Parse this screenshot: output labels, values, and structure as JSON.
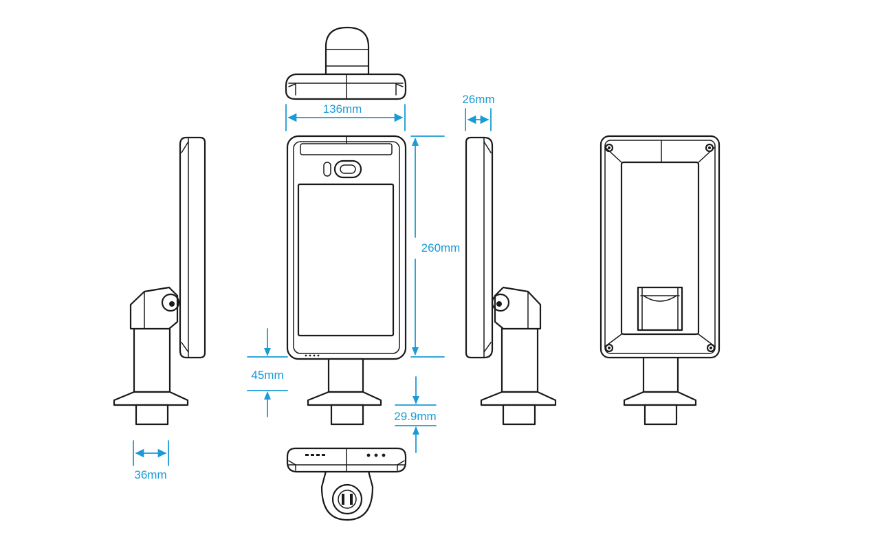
{
  "dimensions": {
    "width_top": "136mm",
    "depth_side": "26mm",
    "height": "260mm",
    "stand_gap": "45mm",
    "base_thickness": "29.9mm",
    "pole_diameter": "36mm"
  },
  "colors": {
    "dimension": "#1a9ad6",
    "line": "#1a1a1a"
  }
}
